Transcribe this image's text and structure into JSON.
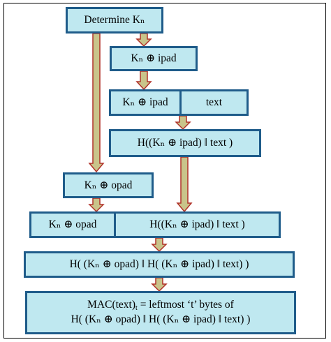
{
  "steps": {
    "determine": "Determine Kₙ",
    "k_ipad": "Kₙ ⊕ ipad",
    "k_ipad_concat": {
      "key_part": "Kₙ ⊕ ipad",
      "text_part": "text"
    },
    "inner_hash": "H((Kₙ ⊕ ipad) ‖ text )",
    "k_opad": "Kₙ ⊕ opad",
    "k_opad_concat": {
      "key_part": "Kₙ ⊕ opad",
      "hash_part": "H((Kₙ ⊕ ipad) ‖ text )"
    },
    "outer_hash": "H( (Kₙ ⊕ opad) ‖ H( (Kₙ ⊕ ipad) ‖ text) )",
    "mac": {
      "line1_prefix": "MAC(text)",
      "line1_sub": "t",
      "line1_suffix": " = leftmost ‘t’ bytes of",
      "line2": "H( (Kₙ ⊕ opad) ‖ H( (Kₙ ⊕ ipad) ‖ text) )"
    }
  },
  "colors": {
    "box_fill": "#bfe8f0",
    "box_border": "#1f5c8a",
    "arrow_fill": "#c9c48a",
    "arrow_outline": "#b03028"
  }
}
